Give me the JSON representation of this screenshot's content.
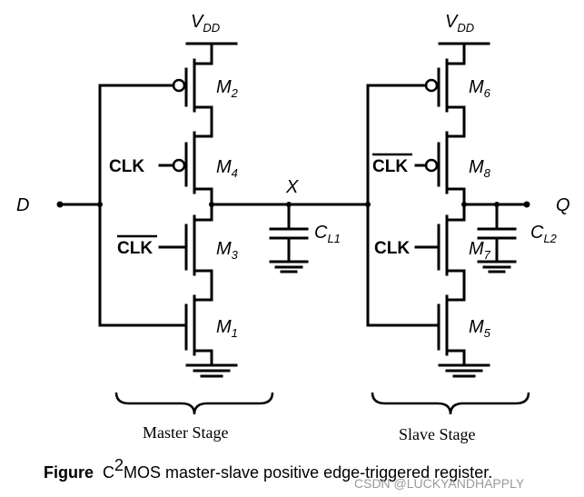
{
  "labels": {
    "vdd_left": "V",
    "vdd_left_sub": "DD",
    "vdd_right": "V",
    "vdd_right_sub": "DD",
    "input_d": "D",
    "output_q": "Q",
    "node_x": "X",
    "cl1": "C",
    "cl1_sub": "L1",
    "cl2": "C",
    "cl2_sub": "L2"
  },
  "transistors": {
    "m1": "M",
    "m1_sub": "1",
    "m2": "M",
    "m2_sub": "2",
    "m3": "M",
    "m3_sub": "3",
    "m4": "M",
    "m4_sub": "4",
    "m5": "M",
    "m5_sub": "5",
    "m6": "M",
    "m6_sub": "6",
    "m7": "M",
    "m7_sub": "7",
    "m8": "M",
    "m8_sub": "8"
  },
  "clocks": {
    "m4_gate": "CLK",
    "m3_gate": "CLK",
    "m8_gate": "CLK",
    "m7_gate": "CLK"
  },
  "stages": {
    "master": "Master Stage",
    "slave": "Slave Stage"
  },
  "caption": {
    "prefix": "Figure",
    "c": "C",
    "sup": "2",
    "text": "MOS master-slave positive edge-triggered register."
  },
  "watermark": "CSDN @LUCKYANDHAPPLY"
}
